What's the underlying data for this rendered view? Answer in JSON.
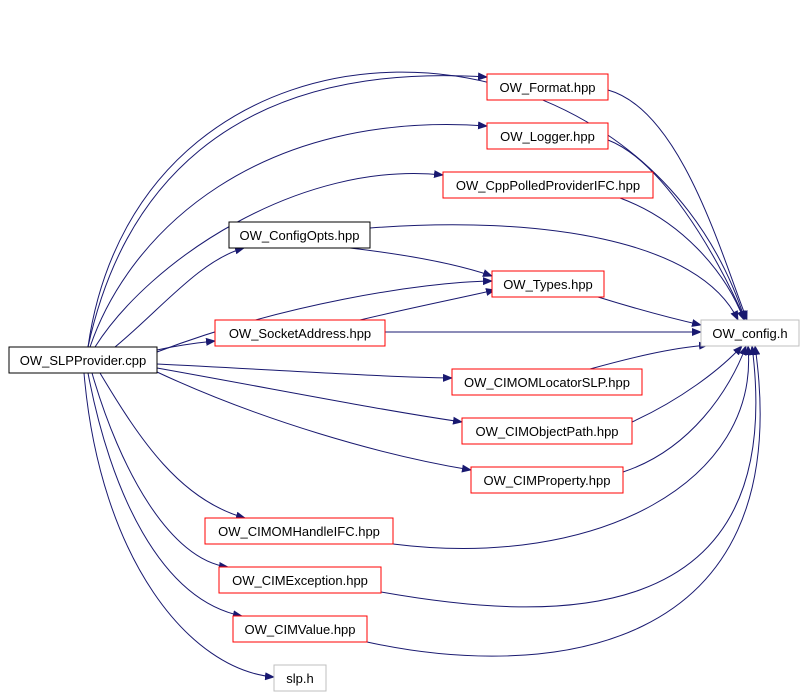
{
  "diagram": {
    "nodes": {
      "root": {
        "label": "OW_SLPProvider.cpp",
        "kind": "root"
      },
      "format": {
        "label": "OW_Format.hpp",
        "kind": "documented"
      },
      "logger": {
        "label": "OW_Logger.hpp",
        "kind": "documented"
      },
      "cppPolled": {
        "label": "OW_CppPolledProviderIFC.hpp",
        "kind": "documented"
      },
      "configOpts": {
        "label": "OW_ConfigOpts.hpp",
        "kind": "plain"
      },
      "types": {
        "label": "OW_Types.hpp",
        "kind": "documented"
      },
      "socketAddr": {
        "label": "OW_SocketAddress.hpp",
        "kind": "documented"
      },
      "config": {
        "label": "OW_config.h",
        "kind": "external"
      },
      "locator": {
        "label": "OW_CIMOMLocatorSLP.hpp",
        "kind": "documented"
      },
      "objectPath": {
        "label": "OW_CIMObjectPath.hpp",
        "kind": "documented"
      },
      "property": {
        "label": "OW_CIMProperty.hpp",
        "kind": "documented"
      },
      "handle": {
        "label": "OW_CIMOMHandleIFC.hpp",
        "kind": "documented"
      },
      "exception": {
        "label": "OW_CIMException.hpp",
        "kind": "documented"
      },
      "value": {
        "label": "OW_CIMValue.hpp",
        "kind": "documented"
      },
      "slp": {
        "label": "slp.h",
        "kind": "external"
      }
    },
    "edges": [
      [
        "root",
        "format"
      ],
      [
        "root",
        "logger"
      ],
      [
        "root",
        "cppPolled"
      ],
      [
        "root",
        "configOpts"
      ],
      [
        "root",
        "types"
      ],
      [
        "root",
        "socketAddr"
      ],
      [
        "root",
        "locator"
      ],
      [
        "root",
        "objectPath"
      ],
      [
        "root",
        "property"
      ],
      [
        "root",
        "handle"
      ],
      [
        "root",
        "exception"
      ],
      [
        "root",
        "value"
      ],
      [
        "root",
        "slp"
      ],
      [
        "root",
        "config"
      ],
      [
        "format",
        "config"
      ],
      [
        "logger",
        "config"
      ],
      [
        "cppPolled",
        "config"
      ],
      [
        "configOpts",
        "config"
      ],
      [
        "configOpts",
        "types"
      ],
      [
        "types",
        "config"
      ],
      [
        "socketAddr",
        "types"
      ],
      [
        "socketAddr",
        "config"
      ],
      [
        "locator",
        "config"
      ],
      [
        "objectPath",
        "config"
      ],
      [
        "property",
        "config"
      ],
      [
        "handle",
        "config"
      ],
      [
        "exception",
        "config"
      ],
      [
        "value",
        "config"
      ]
    ],
    "colors": {
      "edge": "#191970",
      "documented_border": "#ff0000",
      "plain_border": "#000000",
      "external_border": "#bfbfbf",
      "root_fill": "#000000",
      "root_text": "#ffffff"
    }
  }
}
